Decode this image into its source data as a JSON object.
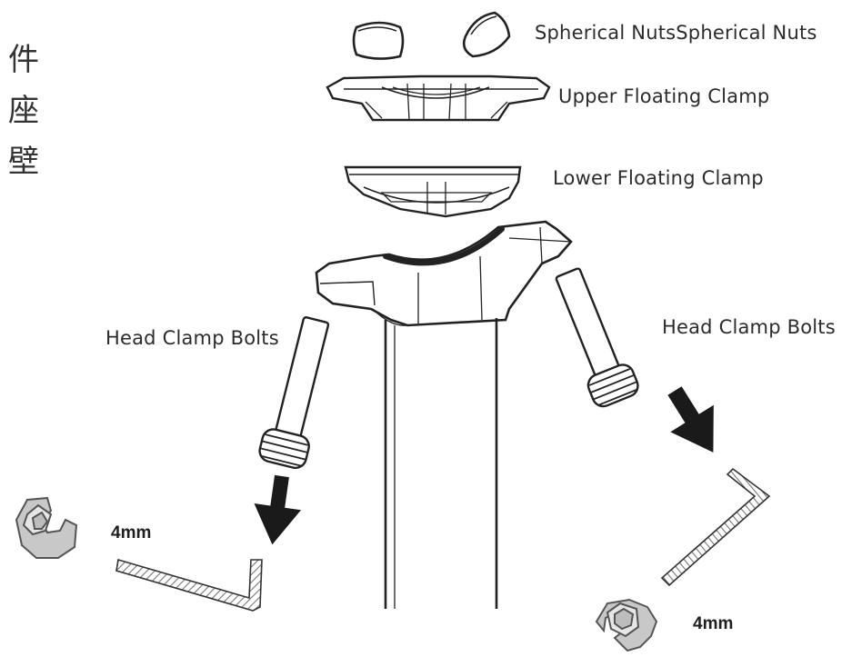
{
  "side_text": [
    "件",
    "座",
    "壁"
  ],
  "labels": {
    "spherical_nuts": "Spherical NutsSpherical Nuts",
    "upper_clamp": "Upper Floating Clamp",
    "lower_clamp": "Lower Floating Clamp",
    "head_bolts_left": "Head Clamp Bolts",
    "head_bolts_right": "Head Clamp Bolts",
    "tool_left": "4mm",
    "tool_right": "4mm"
  },
  "icons": [
    "spherical-nut-icon",
    "floating-clamp-icon",
    "seatpost-head-icon",
    "bolt-icon",
    "arrow-down-icon",
    "hex-key-icon",
    "wrench-icon"
  ],
  "colors": {
    "line": "#222222",
    "tool_fill": "#c8c8c8",
    "hatch": "#8a8a8a"
  }
}
